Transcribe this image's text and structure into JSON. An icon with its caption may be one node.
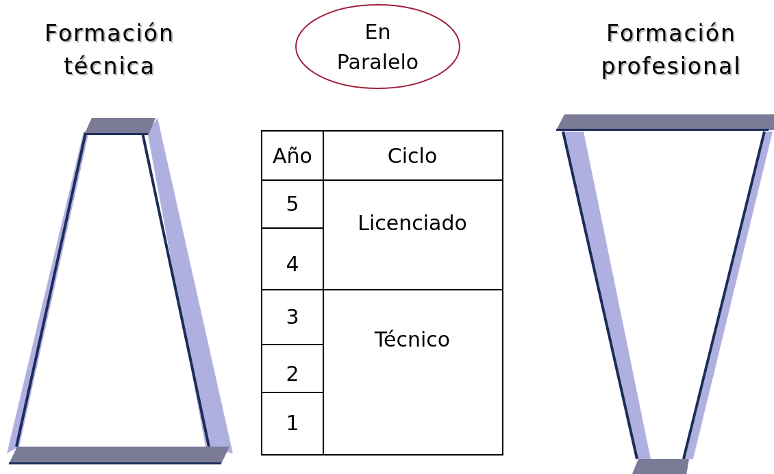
{
  "diagram": {
    "nodes": [
      {
        "text": [
          "Formación técnica"
        ]
      },
      {
        "text": [
          "En Paralelo"
        ]
      },
      {
        "text": [
          "Formación profesional"
        ]
      }
    ],
    "labels": [
      "Año",
      "Ciclo",
      "5",
      "Licenciado",
      "4",
      "3",
      "Técnico",
      "2",
      "1"
    ]
  }
}
